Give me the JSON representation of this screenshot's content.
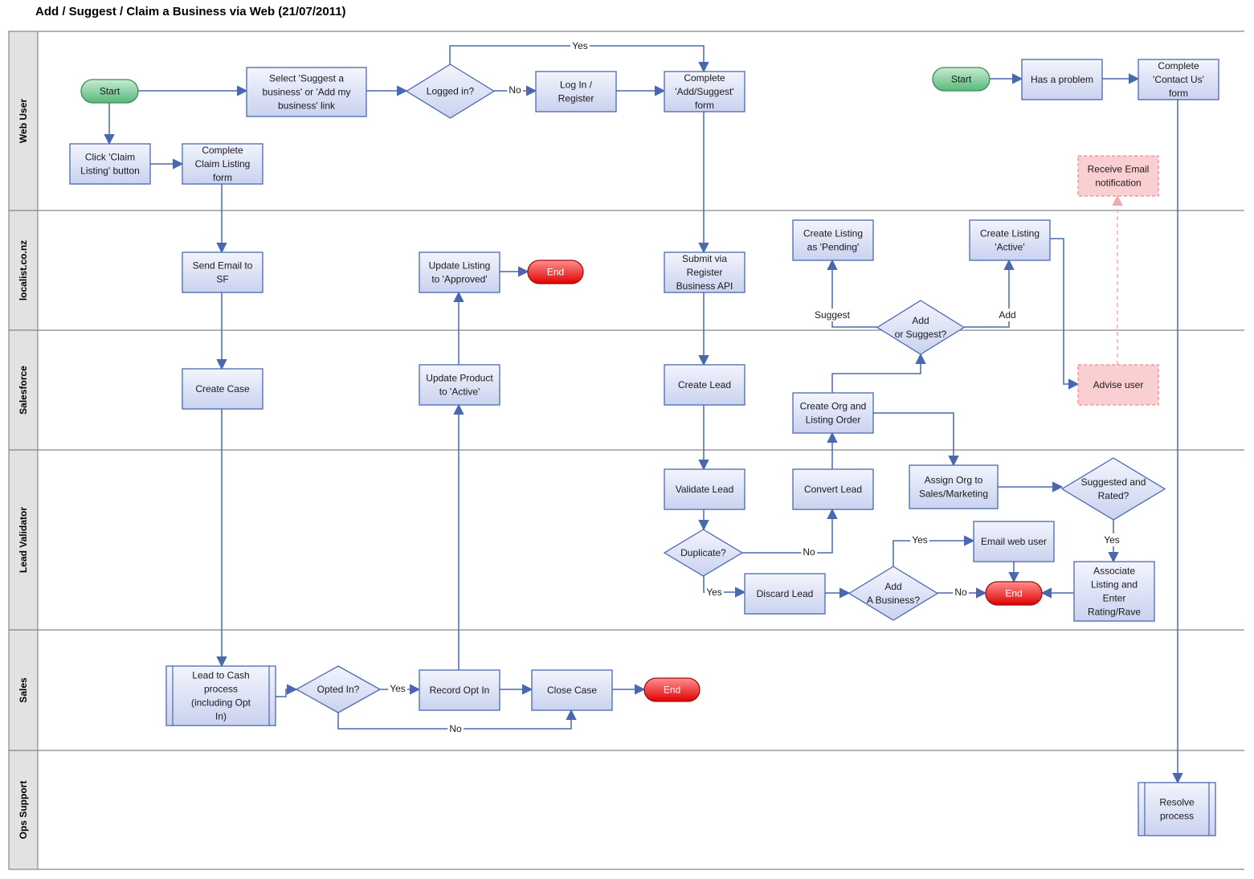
{
  "title": "Add / Suggest / Claim a Business via Web (21/07/2011)",
  "lanes": [
    {
      "id": "web",
      "label": "Web User"
    },
    {
      "id": "loc",
      "label": "localist.co.nz"
    },
    {
      "id": "sf",
      "label": "Salesforce"
    },
    {
      "id": "lv",
      "label": "Lead Validator"
    },
    {
      "id": "sales",
      "label": "Sales"
    },
    {
      "id": "ops",
      "label": "Ops Support"
    }
  ],
  "nodes": [
    {
      "id": "start1",
      "shape": "terminal-start",
      "lines": [
        "Start"
      ]
    },
    {
      "id": "selectSuggest",
      "shape": "process",
      "lines": [
        "Select 'Suggest a",
        "business' or 'Add my",
        "business' link"
      ]
    },
    {
      "id": "loggedIn",
      "shape": "decision",
      "lines": [
        "Logged  in?"
      ]
    },
    {
      "id": "logIn",
      "shape": "process",
      "lines": [
        "Log In /",
        "Register"
      ]
    },
    {
      "id": "completeAdd",
      "shape": "process",
      "lines": [
        "Complete",
        "'Add/Suggest'",
        "form"
      ]
    },
    {
      "id": "clickClaim",
      "shape": "process",
      "lines": [
        "Click 'Claim",
        "Listing' button"
      ]
    },
    {
      "id": "completeClaim",
      "shape": "process",
      "lines": [
        "Complete",
        "Claim Listing",
        "form"
      ]
    },
    {
      "id": "start2",
      "shape": "terminal-start",
      "lines": [
        "Start"
      ]
    },
    {
      "id": "hasProblem",
      "shape": "process",
      "lines": [
        "Has a problem"
      ]
    },
    {
      "id": "contactUs",
      "shape": "process",
      "lines": [
        "Complete",
        "'Contact Us'",
        "form"
      ]
    },
    {
      "id": "receiveEmail",
      "shape": "notify",
      "lines": [
        "Receive Email",
        "notification"
      ]
    },
    {
      "id": "sendEmail",
      "shape": "process",
      "lines": [
        "Send Email to",
        "SF"
      ]
    },
    {
      "id": "updateListing",
      "shape": "process",
      "lines": [
        "Update Listing",
        "to 'Approved'"
      ]
    },
    {
      "id": "end1",
      "shape": "terminal-end",
      "lines": [
        "End"
      ]
    },
    {
      "id": "submitApi",
      "shape": "process",
      "lines": [
        "Submit via",
        "Register",
        "Business API"
      ]
    },
    {
      "id": "createPending",
      "shape": "process",
      "lines": [
        "Create Listing",
        "as 'Pending'"
      ]
    },
    {
      "id": "createActive",
      "shape": "process",
      "lines": [
        "Create Listing",
        "'Active'"
      ]
    },
    {
      "id": "addOrSuggest",
      "shape": "decision",
      "lines": [
        "Add",
        "or Suggest?"
      ]
    },
    {
      "id": "createCase",
      "shape": "process",
      "lines": [
        "Create Case"
      ]
    },
    {
      "id": "updateProduct",
      "shape": "process",
      "lines": [
        "Update Product",
        "to 'Active'"
      ]
    },
    {
      "id": "createLead",
      "shape": "process",
      "lines": [
        "Create Lead"
      ]
    },
    {
      "id": "createOrg",
      "shape": "process",
      "lines": [
        "Create Org and",
        "Listing Order"
      ]
    },
    {
      "id": "adviseUser",
      "shape": "notify",
      "lines": [
        "Advise user"
      ]
    },
    {
      "id": "validateLead",
      "shape": "process",
      "lines": [
        "Validate Lead"
      ]
    },
    {
      "id": "convertLead",
      "shape": "process",
      "lines": [
        "Convert Lead"
      ]
    },
    {
      "id": "assignOrg",
      "shape": "process",
      "lines": [
        "Assign Org to",
        "Sales/Marketing"
      ]
    },
    {
      "id": "suggestedRated",
      "shape": "decision",
      "lines": [
        "Suggested  and",
        "Rated?"
      ]
    },
    {
      "id": "duplicate",
      "shape": "decision",
      "lines": [
        "Duplicate?"
      ]
    },
    {
      "id": "emailWebUser",
      "shape": "process",
      "lines": [
        "Email web user"
      ]
    },
    {
      "id": "discardLead",
      "shape": "process",
      "lines": [
        "Discard Lead"
      ]
    },
    {
      "id": "addABusiness",
      "shape": "decision",
      "lines": [
        "Add",
        "A Business?"
      ]
    },
    {
      "id": "end2",
      "shape": "terminal-end",
      "lines": [
        "End"
      ]
    },
    {
      "id": "associate",
      "shape": "process",
      "lines": [
        "Associate",
        "Listing and",
        "Enter",
        "Rating/Rave"
      ]
    },
    {
      "id": "leadToCash",
      "shape": "subprocess",
      "lines": [
        "Lead to Cash",
        "process",
        "(including Opt",
        "In)"
      ]
    },
    {
      "id": "optedIn",
      "shape": "decision",
      "lines": [
        "Opted  In?"
      ]
    },
    {
      "id": "recordOptIn",
      "shape": "process",
      "lines": [
        "Record Opt In"
      ]
    },
    {
      "id": "closeCase",
      "shape": "process",
      "lines": [
        "Close Case"
      ]
    },
    {
      "id": "end3",
      "shape": "terminal-end",
      "lines": [
        "End"
      ]
    },
    {
      "id": "resolve",
      "shape": "subprocess",
      "lines": [
        "Resolve",
        "process"
      ]
    }
  ],
  "edges": [
    {
      "from": "start1",
      "to": "selectSuggest",
      "label": ""
    },
    {
      "from": "start1",
      "to": "clickClaim",
      "label": ""
    },
    {
      "from": "selectSuggest",
      "to": "loggedIn",
      "label": ""
    },
    {
      "from": "loggedIn",
      "to": "logIn",
      "label": "No"
    },
    {
      "from": "loggedIn",
      "to": "completeAdd",
      "label": "Yes"
    },
    {
      "from": "logIn",
      "to": "completeAdd",
      "label": ""
    },
    {
      "from": "clickClaim",
      "to": "completeClaim",
      "label": ""
    },
    {
      "from": "completeClaim",
      "to": "sendEmail",
      "label": ""
    },
    {
      "from": "sendEmail",
      "to": "createCase",
      "label": ""
    },
    {
      "from": "createCase",
      "to": "leadToCash",
      "label": ""
    },
    {
      "from": "leadToCash",
      "to": "optedIn",
      "label": ""
    },
    {
      "from": "optedIn",
      "to": "recordOptIn",
      "label": "Yes"
    },
    {
      "from": "optedIn",
      "to": "closeCase",
      "label": "No"
    },
    {
      "from": "recordOptIn",
      "to": "closeCase",
      "label": ""
    },
    {
      "from": "closeCase",
      "to": "end3",
      "label": ""
    },
    {
      "from": "recordOptIn",
      "to": "updateProduct",
      "label": ""
    },
    {
      "from": "updateProduct",
      "to": "updateListing",
      "label": ""
    },
    {
      "from": "updateListing",
      "to": "end1",
      "label": ""
    },
    {
      "from": "completeAdd",
      "to": "submitApi",
      "label": ""
    },
    {
      "from": "submitApi",
      "to": "createLead",
      "label": ""
    },
    {
      "from": "createLead",
      "to": "validateLead",
      "label": ""
    },
    {
      "from": "validateLead",
      "to": "duplicate",
      "label": ""
    },
    {
      "from": "duplicate",
      "to": "convertLead",
      "label": "No"
    },
    {
      "from": "duplicate",
      "to": "discardLead",
      "label": "Yes"
    },
    {
      "from": "convertLead",
      "to": "createOrg",
      "label": ""
    },
    {
      "from": "createOrg",
      "to": "addOrSuggest",
      "label": ""
    },
    {
      "from": "createOrg",
      "to": "assignOrg",
      "label": ""
    },
    {
      "from": "addOrSuggest",
      "to": "createPending",
      "label": "Suggest"
    },
    {
      "from": "addOrSuggest",
      "to": "createActive",
      "label": "Add"
    },
    {
      "from": "createActive",
      "to": "adviseUser",
      "label": ""
    },
    {
      "from": "adviseUser",
      "to": "receiveEmail",
      "label": ""
    },
    {
      "from": "assignOrg",
      "to": "suggestedRated",
      "label": ""
    },
    {
      "from": "suggestedRated",
      "to": "associate",
      "label": "Yes"
    },
    {
      "from": "associate",
      "to": "end2",
      "label": ""
    },
    {
      "from": "discardLead",
      "to": "addABusiness",
      "label": ""
    },
    {
      "from": "addABusiness",
      "to": "emailWebUser",
      "label": "Yes"
    },
    {
      "from": "addABusiness",
      "to": "end2",
      "label": "No"
    },
    {
      "from": "emailWebUser",
      "to": "end2",
      "label": ""
    },
    {
      "from": "start2",
      "to": "hasProblem",
      "label": ""
    },
    {
      "from": "hasProblem",
      "to": "contactUs",
      "label": ""
    },
    {
      "from": "contactUs",
      "to": "resolve",
      "label": ""
    }
  ],
  "colors": {
    "process_fill_top": "#f3f5fd",
    "process_fill_bottom": "#c9d2ef",
    "process_stroke": "#4a68b0",
    "edge": "#4a68b0",
    "start_fill_top": "#bfe8cc",
    "start_fill_bottom": "#5fbe7e",
    "start_stroke": "#3b8a56",
    "end_fill_top": "#ff8a8a",
    "end_fill_bottom": "#e20000",
    "end_stroke": "#9a1010",
    "notify_fill": "#f9cfd2",
    "notify_stroke": "#f08a94",
    "lane_label_bg": "#e2e2e2",
    "lane_border": "#888888"
  }
}
